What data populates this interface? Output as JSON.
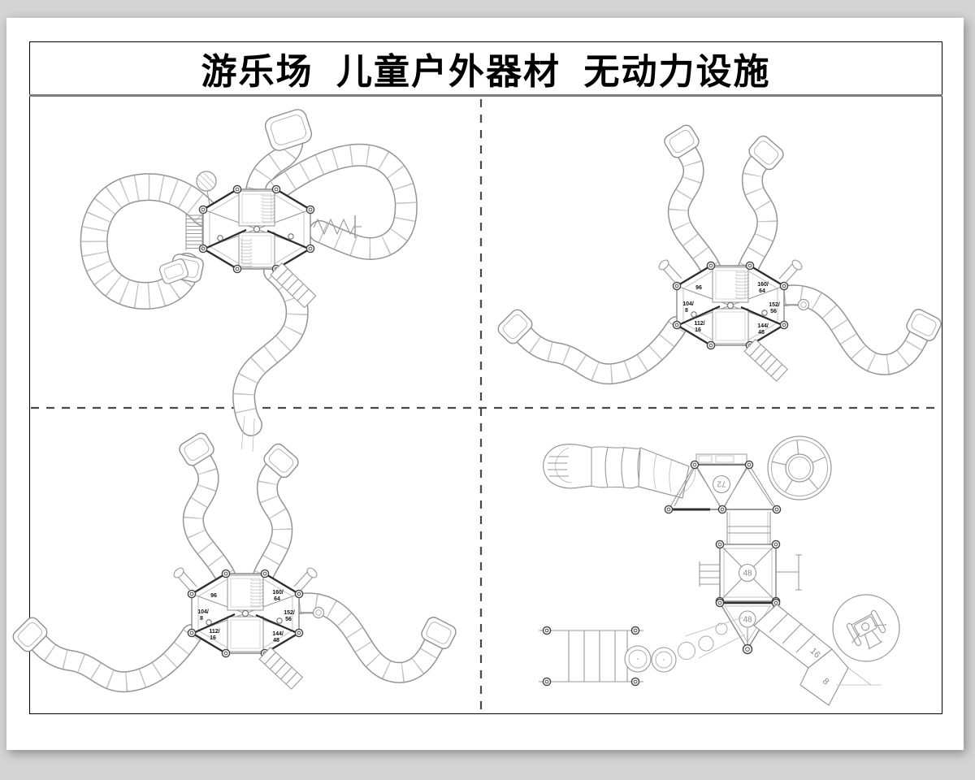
{
  "sheet": {
    "title": "游乐场  儿童户外器材  无动力设施",
    "background_color": "#d4d4d4",
    "paper_color": "#ffffff",
    "frame_color": "#000000",
    "separator_color": "#7d7d7d",
    "divider_color": "#4a4a4a"
  },
  "drawings": {
    "top_left": {
      "description_labels": {}
    },
    "top_right": {
      "platform_labels": {
        "s96": "96",
        "s160_l1": "160/",
        "s160_l2": "64",
        "s104_l1": "104/",
        "s104_l2": "8",
        "s152_l1": "152/",
        "s152_l2": "56",
        "s112_l1": "112/",
        "s112_l2": "16",
        "s144_l1": "144/",
        "s144_l2": "48"
      }
    },
    "bottom_left": {
      "platform_labels": {
        "s96": "96",
        "s160_l1": "160/",
        "s160_l2": "64",
        "s104_l1": "104/",
        "s104_l2": "8",
        "s152_l1": "152/",
        "s152_l2": "56",
        "s112_l1": "112/",
        "s112_l2": "16",
        "s144_l1": "144/",
        "s144_l2": "48"
      }
    },
    "bottom_right": {
      "deck_labels": {
        "truss": "72",
        "square": "48",
        "triangle": "48",
        "slide_16": "16",
        "slide_8": "8"
      }
    }
  }
}
